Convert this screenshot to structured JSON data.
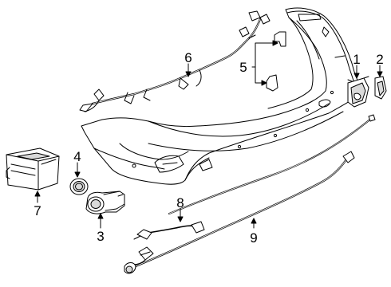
{
  "callouts": {
    "c1": "1",
    "c2": "2",
    "c3": "3",
    "c4": "4",
    "c5": "5",
    "c6": "6",
    "c7": "7",
    "c8": "8",
    "c9": "9"
  },
  "colors": {
    "line": "#000000",
    "part_fill": "#ffffff",
    "shade": "#d9d9d9"
  }
}
